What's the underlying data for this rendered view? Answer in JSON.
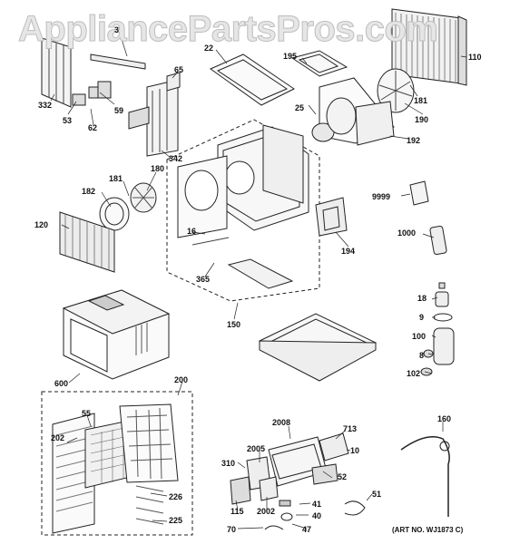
{
  "watermark": "AppliancePartsPros.com",
  "art_number": "(ART NO. WJ1873 C)",
  "callouts": [
    "3",
    "22",
    "195",
    "110",
    "65",
    "332",
    "59",
    "53",
    "62",
    "181",
    "25",
    "190",
    "342",
    "192",
    "180",
    "182",
    "181",
    "120",
    "16",
    "9999",
    "194",
    "1000",
    "365",
    "150",
    "18",
    "9",
    "600",
    "100",
    "8",
    "102",
    "200",
    "55",
    "2008",
    "713",
    "10",
    "202",
    "2005",
    "52",
    "310",
    "160",
    "226",
    "115",
    "2002",
    "41",
    "40",
    "225",
    "70",
    "47",
    "51"
  ]
}
